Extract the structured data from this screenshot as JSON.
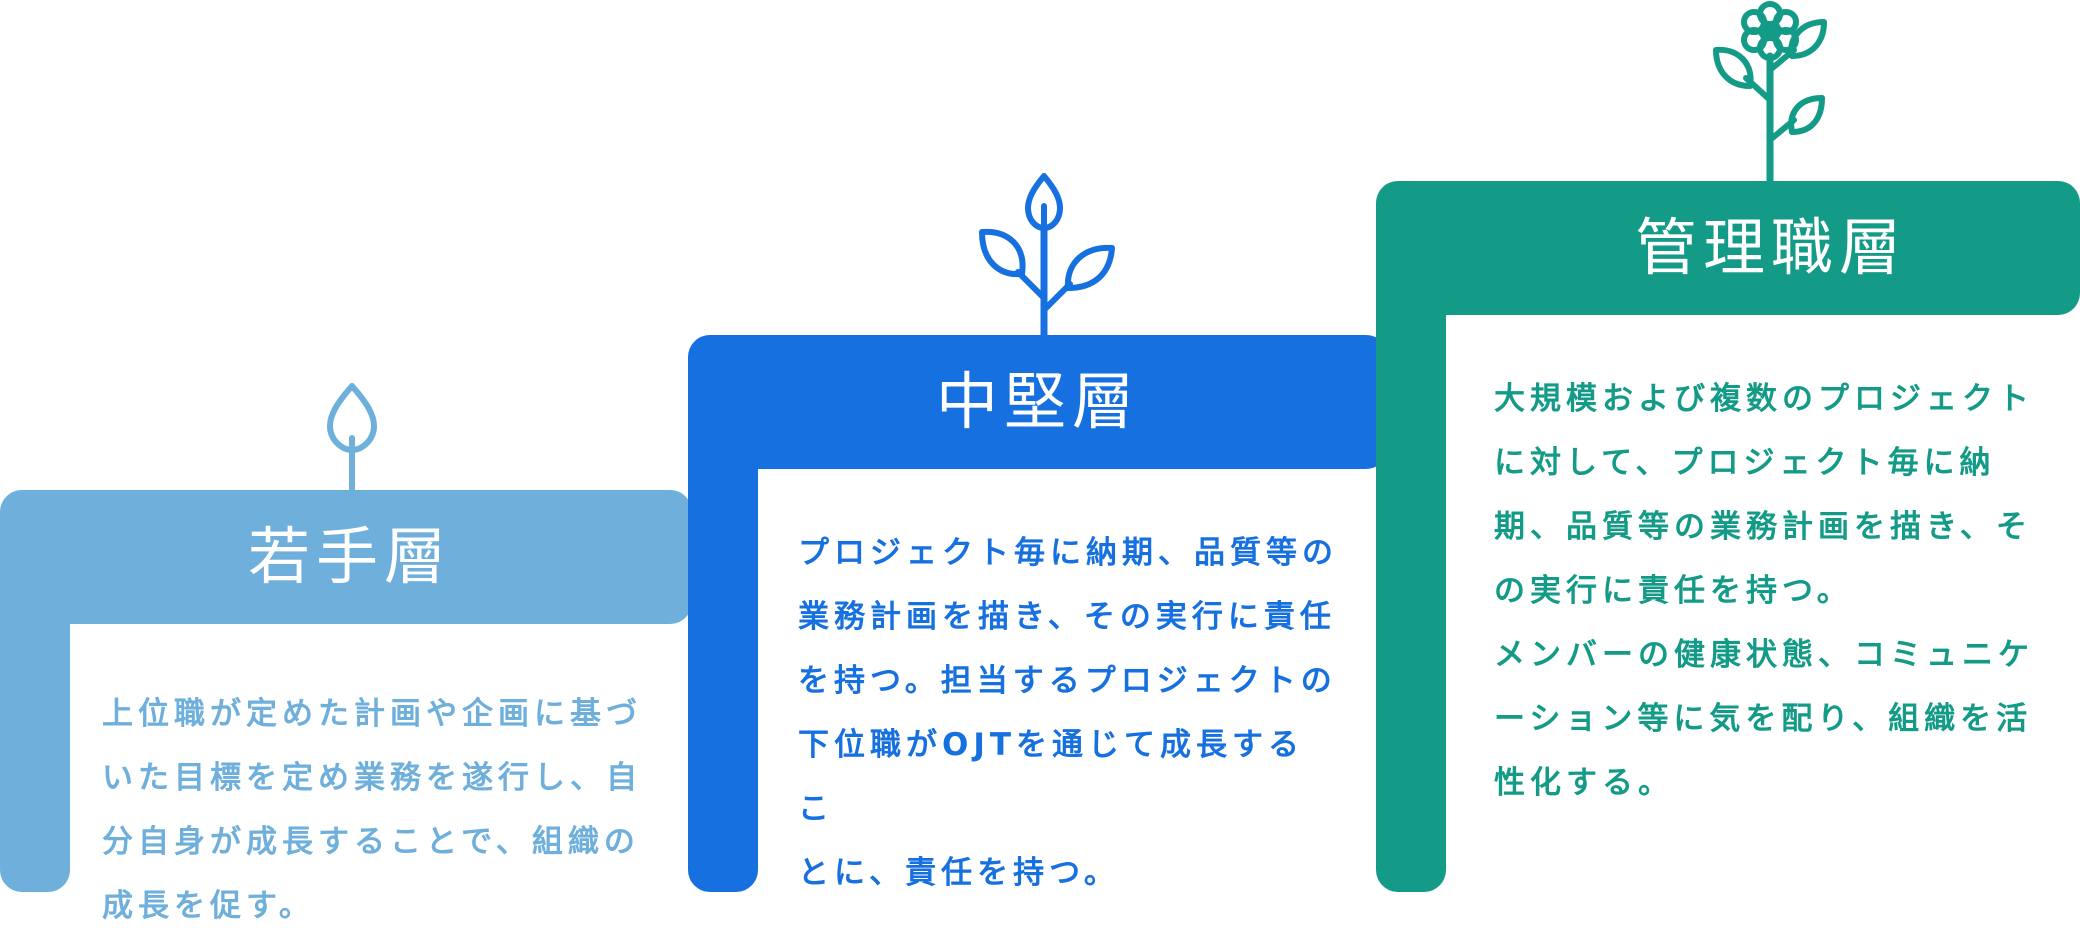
{
  "colors": {
    "junior": "#6fafdb",
    "middle": "#1670df",
    "senior": "#149b88"
  },
  "tiers": [
    {
      "key": "junior",
      "title": "若手層",
      "icon": "sprout-icon",
      "description": "上位職が定めた計画や企画に基づ\nいた目標を定め業務を遂行し、自\n分自身が成長することで、組織の\n成長を促す。"
    },
    {
      "key": "middle",
      "title": "中堅層",
      "icon": "young-plant-icon",
      "description": "プロジェクト毎に納期、品質等の\n業務計画を描き、その実行に責任\nを持つ。担当するプロジェクトの\n下位職がOJTを通じて成長するこ\nとに、責任を持つ。"
    },
    {
      "key": "senior",
      "title": "管理職層",
      "icon": "flowering-plant-icon",
      "description": "大規模および複数のプロジェクト\nに対して、プロジェクト毎に納\n期、品質等の業務計画を描き、そ\nの実行に責任を持つ。\nメンバーの健康状態、コミュニケ\nーション等に気を配り、組織を活\n性化する。"
    }
  ]
}
